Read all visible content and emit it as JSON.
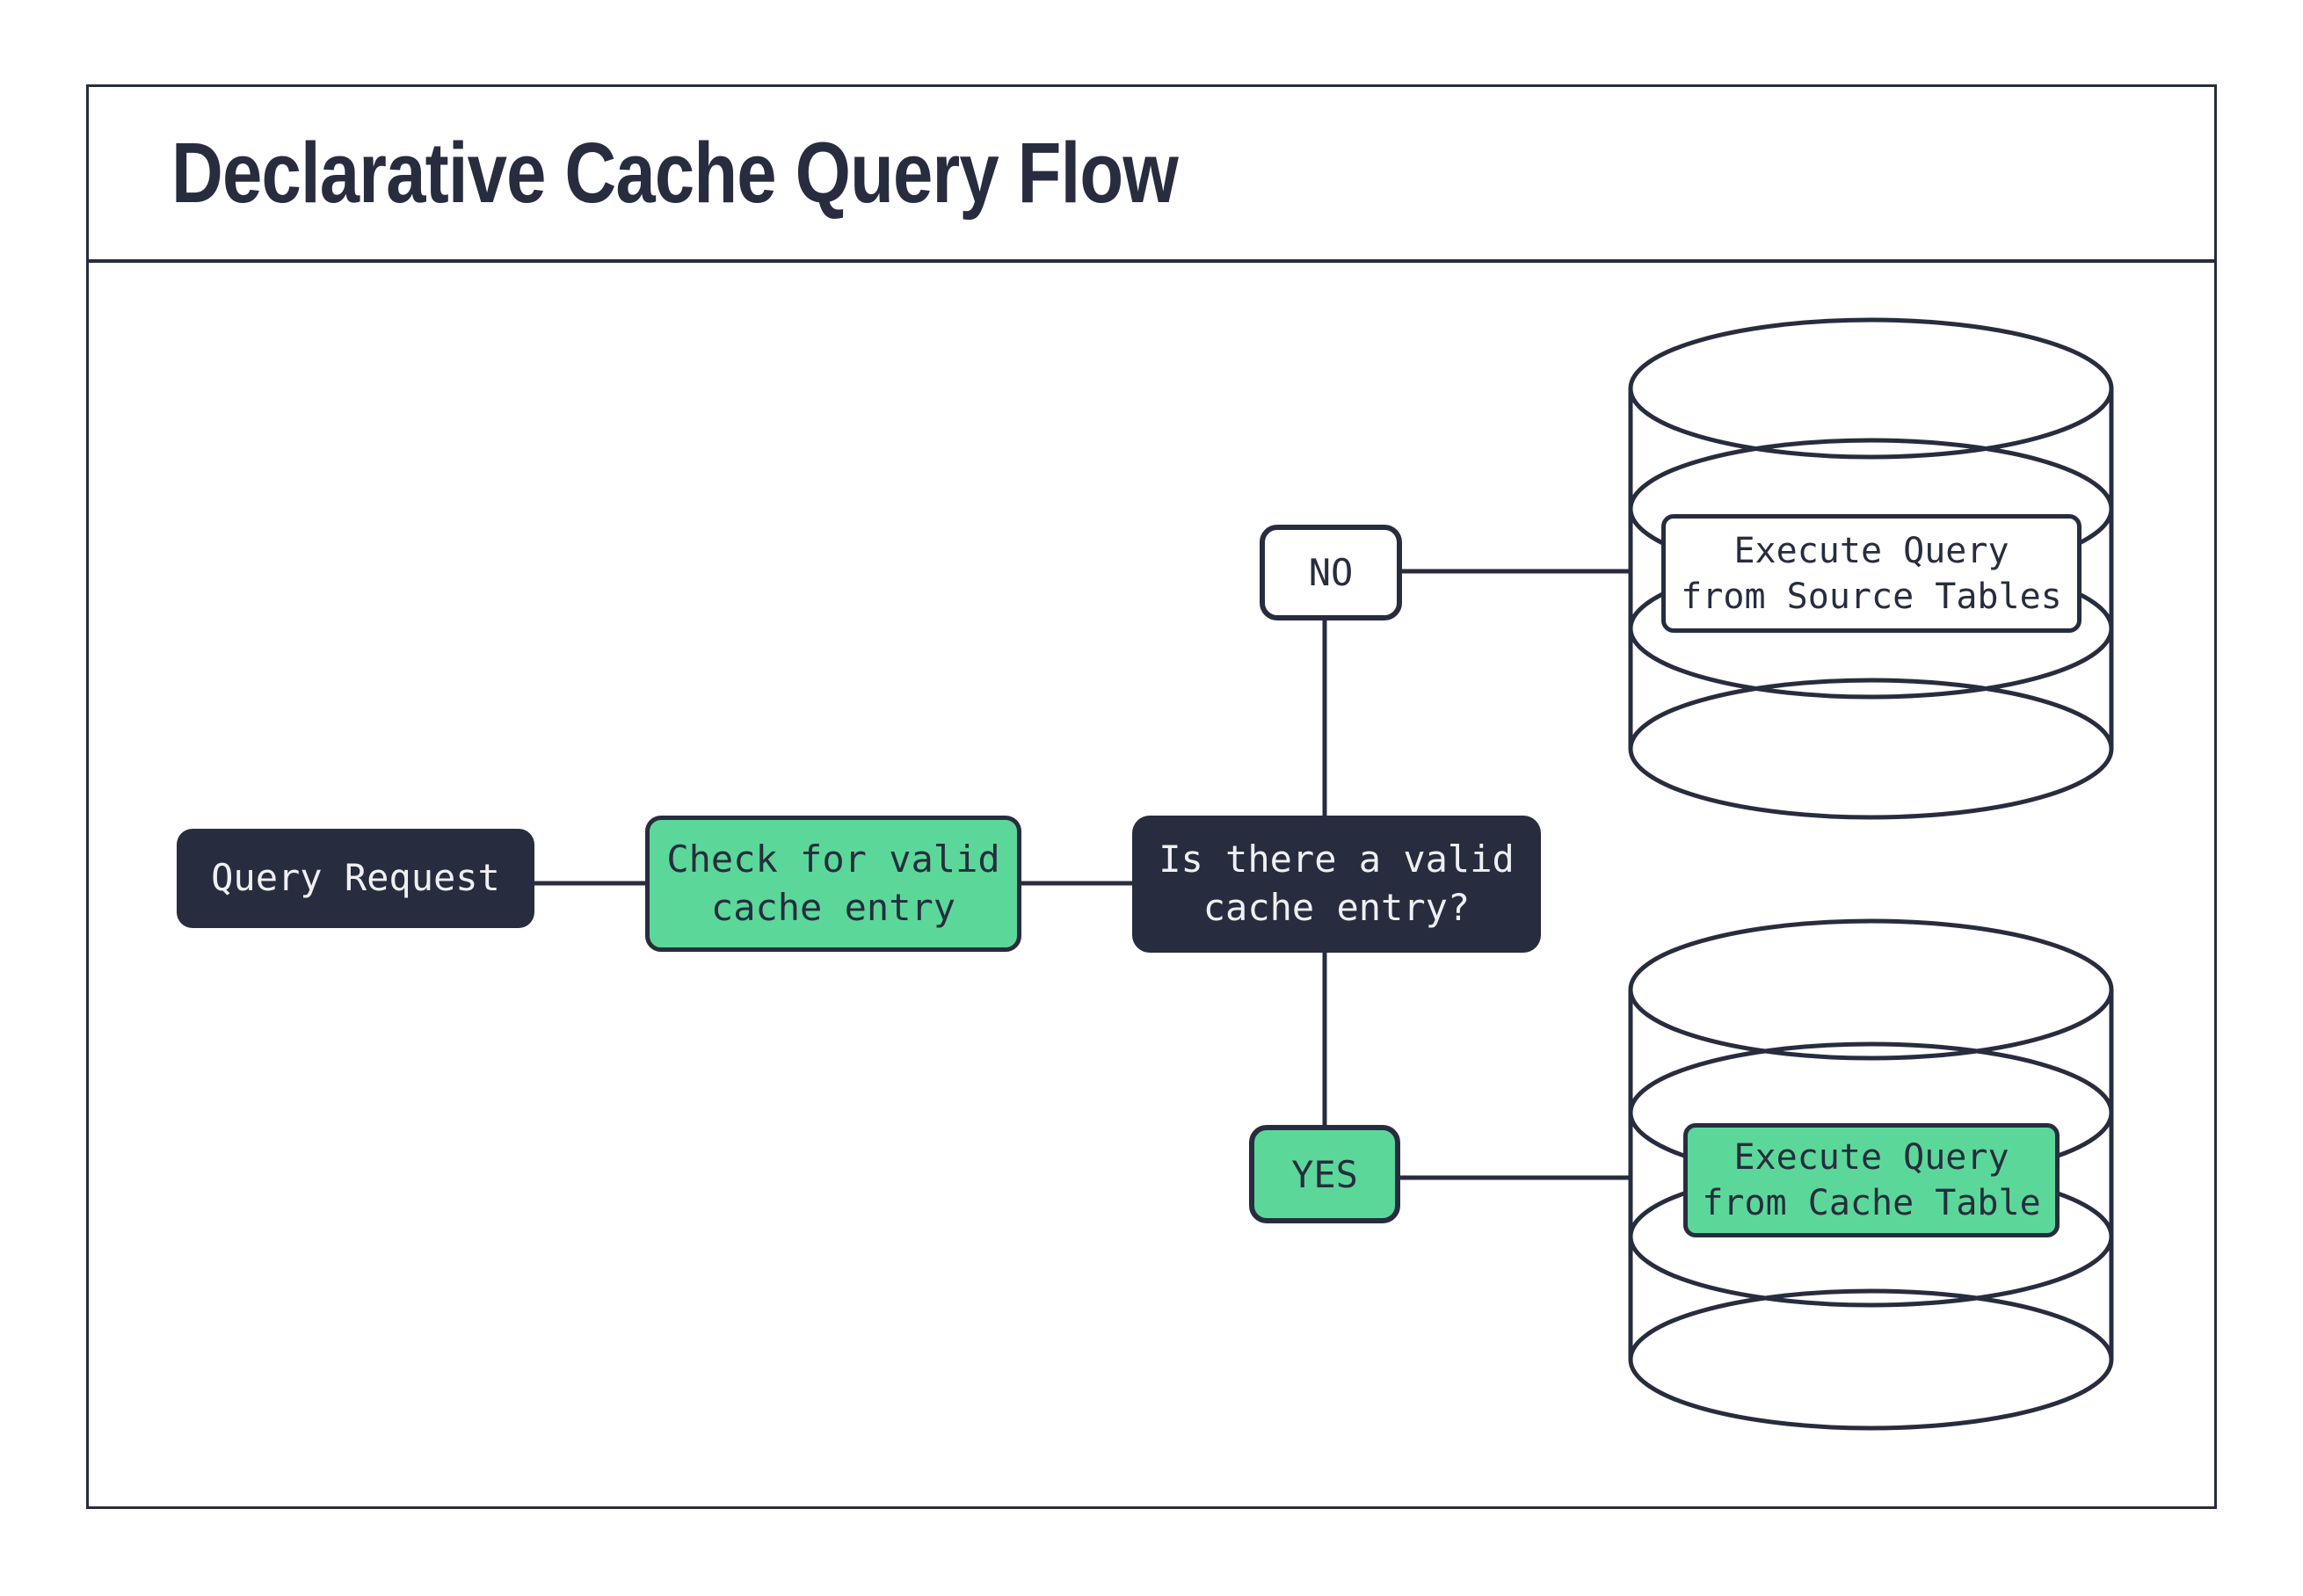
{
  "title": "Declarative Cache Query Flow",
  "nodes": {
    "query_request": {
      "label": "Query Request"
    },
    "check_cache": {
      "label": "Check for valid\ncache entry"
    },
    "decision": {
      "label": "Is there a valid\ncache entry?"
    },
    "source_db_action": {
      "label": "Execute Query\nfrom Source Tables"
    },
    "cache_db_action": {
      "label": "Execute Query\nfrom Cache Table"
    }
  },
  "edge_labels": {
    "no": "NO",
    "yes": "YES"
  },
  "icons": {
    "source_database": "database-cylinder",
    "cache_database": "database-cylinder"
  },
  "colors": {
    "navy": "#272D3E",
    "green": "#5CD79A",
    "white": "#FFFFFF",
    "text_light": "#EFF0F2",
    "line": "#272D3E"
  }
}
